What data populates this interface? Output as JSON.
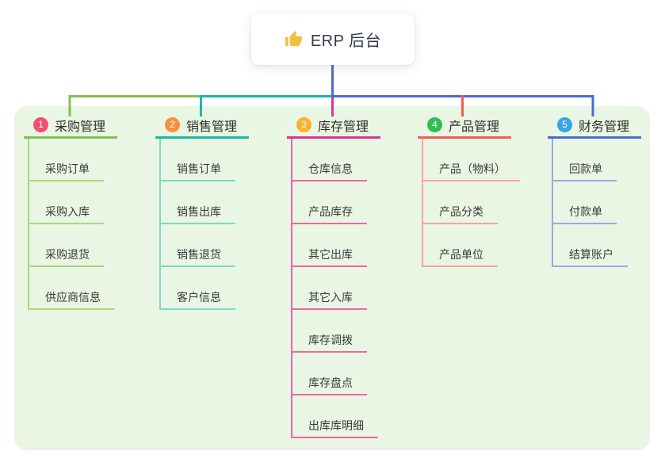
{
  "root": {
    "title": "ERP 后台",
    "icon": "thumbs-up",
    "icon_color": "#f2bf42"
  },
  "canvas": {
    "page_bg": "#ffffff",
    "panel_bg": "#e9f6e3"
  },
  "branches": [
    {
      "num": "1",
      "title": "采购管理",
      "colors": {
        "badge": "#f1506e",
        "line": "#7cc24e",
        "light": "#a8d983"
      },
      "items": [
        "采购订单",
        "采购入库",
        "采购退货",
        "供应商信息"
      ]
    },
    {
      "num": "2",
      "title": "销售管理",
      "colors": {
        "badge": "#f7903e",
        "line": "#1ab9ac",
        "light": "#7fd7cd"
      },
      "items": [
        "销售订单",
        "销售出库",
        "销售退货",
        "客户信息"
      ]
    },
    {
      "num": "3",
      "title": "库存管理",
      "colors": {
        "badge": "#f9b233",
        "line": "#db3591",
        "light": "#ee66a8"
      },
      "items": [
        "仓库信息",
        "产品库存",
        "其它出库",
        "其它入库",
        "库存调拨",
        "库存盘点",
        "出库库明细"
      ]
    },
    {
      "num": "4",
      "title": "产品管理",
      "colors": {
        "badge": "#2fbd54",
        "line": "#f55b57",
        "light": "#f9a5a1"
      },
      "items": [
        "产品（物料）",
        "产品分类",
        "产品单位"
      ]
    },
    {
      "num": "5",
      "title": "财务管理",
      "colors": {
        "badge": "#36a5e0",
        "line": "#4a69d9",
        "light": "#98a9e8"
      },
      "items": [
        "回款单",
        "付款单",
        "结算账户"
      ]
    }
  ]
}
